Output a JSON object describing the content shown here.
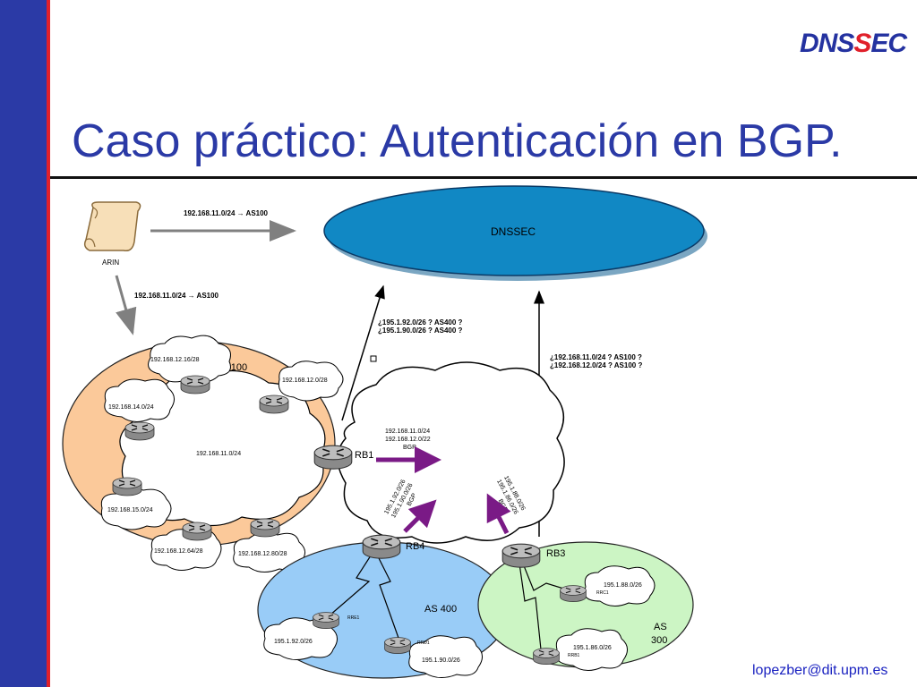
{
  "slide": {
    "logo": {
      "part1": "DNS",
      "part2": "S",
      "part3": "EC"
    },
    "title": "Caso práctico: Autenticación en BGP.",
    "footer": "lopezber@dit.upm.es"
  },
  "colors": {
    "accent_blue": "#2b3aa6",
    "accent_red": "#e0202a",
    "as100_fill": "#fbc99a",
    "as400_fill": "#99ccf7",
    "as300_fill": "#ccf5c4",
    "dnssec_fill": "#1188c4",
    "arrow_purple": "#7a1a86"
  },
  "diagram": {
    "arin_label": "ARIN",
    "dnssec_label": "DNSSEC",
    "arin_to_dnssec_msg": "192.168.11.0/24 → AS100",
    "arin_to_as100_msg": "192.168.11.0/24 → AS100",
    "query_as400": [
      "¿195.1.92.0/26 ?  AS400 ?",
      "¿195.1.90.0/26 ?  AS400 ?"
    ],
    "query_as100": [
      "¿192.168.11.0/24 ? AS100 ?",
      "¿192.168.12.0/24 ? AS100 ?"
    ],
    "as100": {
      "label": "AS 100",
      "core": "192.168.11.0/24",
      "subnets": [
        "192.168.12.16/28",
        "192.168.12.0/28",
        "192.168.14.0/24",
        "192.168.15.0/24",
        "192.168.12.64/28",
        "192.168.12.80/28"
      ]
    },
    "bgp_cloud": {
      "rb1_adv": [
        "192.168.11.0/24",
        "192.168.12.0/22",
        "BGP"
      ],
      "rb4_adv": [
        "195.1.92.0/26",
        "195.1.90.0/26",
        "BGP"
      ],
      "rb3_adv": [
        "195.1.88.0/26",
        "195.1.86.0/26",
        "BGP"
      ]
    },
    "routers": {
      "rb1": "RB1",
      "rb4": "RB4",
      "rb3": "RB3"
    },
    "as400": {
      "label": "AS 400",
      "subnets": [
        "195.1.92.0/26",
        "195.1.90.0/26"
      ],
      "routers": [
        "RRE1",
        "RRD1"
      ]
    },
    "as300": {
      "label_line1": "AS",
      "label_line2": "300",
      "subnets": [
        "195.1.88.0/26",
        "195.1.86.0/26"
      ],
      "routers": [
        "RRC1",
        "RRB1"
      ]
    }
  }
}
